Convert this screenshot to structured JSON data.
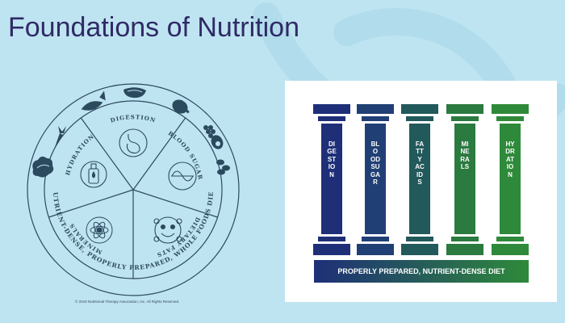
{
  "slide": {
    "title": "Foundations of Nutrition",
    "background_color": "#bfe4f1",
    "title_color": "#2f2a66"
  },
  "wheel": {
    "segments": [
      "DIGESTION",
      "BLOOD SUGAR",
      "DIETARY FATS",
      "MINERALS",
      "HYDRATION"
    ],
    "outer_ring_text": "NUTRIENT-DENSE, PROPERLY PREPARED, WHOLE FOODS DIET",
    "segment_icons": [
      "stomach-icon",
      "blood-sugar-wave-icon",
      "smiling-fat-molecule-icon",
      "mineral-atom-icon",
      "water-bottle-icon"
    ],
    "ring_food_icons": [
      "fish-icon",
      "steak-icon",
      "poultry-icon",
      "grapes-icon",
      "avocado-icon",
      "nuts-icon",
      "carrot-icon",
      "lettuce-icon"
    ],
    "copyright": "© 2019 Nutritional Therapy Association, Inc. All Rights Reserved.",
    "line_color": "#2c4a5e"
  },
  "pillars": {
    "items": [
      {
        "label": "DIGESTION",
        "color": "#1e2f78"
      },
      {
        "label": "BLOOD SUGAR",
        "color": "#203f74"
      },
      {
        "label": "FATTY ACIDS",
        "color": "#22595b"
      },
      {
        "label": "MINERALS",
        "color": "#2b7a3f"
      },
      {
        "label": "HYDRATION",
        "color": "#2e8a3a"
      }
    ],
    "base_label": "PROPERLY PREPARED, NUTRIENT-DENSE DIET",
    "base_gradient": [
      "#1e2f78",
      "#2e8a3a"
    ]
  }
}
